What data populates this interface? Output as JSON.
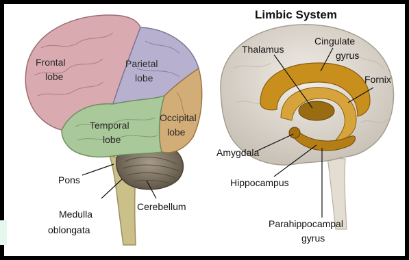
{
  "left_diagram": {
    "lobes": [
      {
        "id": "frontal",
        "line1": "Frontal",
        "line2": "lobe"
      },
      {
        "id": "parietal",
        "line1": "Parietal",
        "line2": "lobe"
      },
      {
        "id": "temporal",
        "line1": "Temporal",
        "line2": "lobe"
      },
      {
        "id": "occipital",
        "line1": "Occipital",
        "line2": "lobe"
      }
    ],
    "labels": {
      "pons": "Pons",
      "medulla_line1": "Medulla",
      "medulla_line2": "oblongata",
      "cerebellum": "Cerebellum"
    }
  },
  "right_diagram": {
    "title": "Limbic System",
    "labels": {
      "thalamus": "Thalamus",
      "cingulate_line1": "Cingulate",
      "cingulate_line2": "gyrus",
      "fornix": "Fornix",
      "amygdala": "Amygdala",
      "hippocampus": "Hippocampus",
      "parahippocampal_line1": "Parahippocampal",
      "parahippocampal_line2": "gyrus"
    }
  },
  "colors": {
    "frontal": "#d9aab0",
    "parietal": "#b7b1cf",
    "temporal": "#a9c99a",
    "occipital": "#d2ad77",
    "cerebellum": "#8a7f6e",
    "stem": "#cbbf8a",
    "limbic": "#c98f1c",
    "gray_brain": "#dcd7cf"
  }
}
